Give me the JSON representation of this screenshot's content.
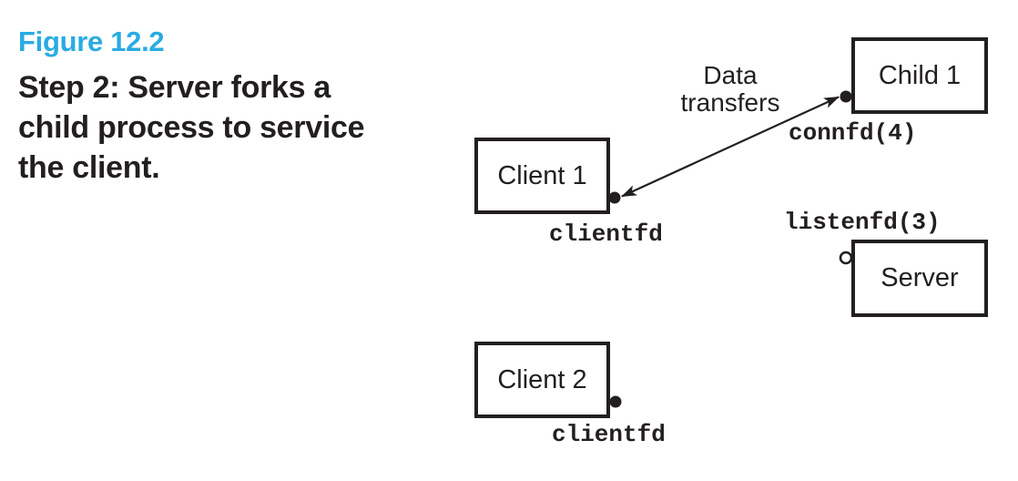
{
  "colors": {
    "accent": "#29ABE2",
    "ink": "#231F20",
    "background": "#FFFFFF"
  },
  "caption": {
    "figure_label": "Figure 12.2",
    "lines": [
      "Step 2: Server forks a",
      "child process to service",
      "the client."
    ]
  },
  "diagram": {
    "boxes": [
      {
        "id": "client1",
        "label": "Client 1"
      },
      {
        "id": "child1",
        "label": "Child 1"
      },
      {
        "id": "server",
        "label": "Server"
      },
      {
        "id": "client2",
        "label": "Client 2"
      }
    ],
    "labels": {
      "data_transfers": "Data transfers",
      "connfd": "connfd(4)",
      "listenfd": "listenfd(3)",
      "clientfd_client1": "clientfd",
      "clientfd_client2": "clientfd"
    }
  }
}
